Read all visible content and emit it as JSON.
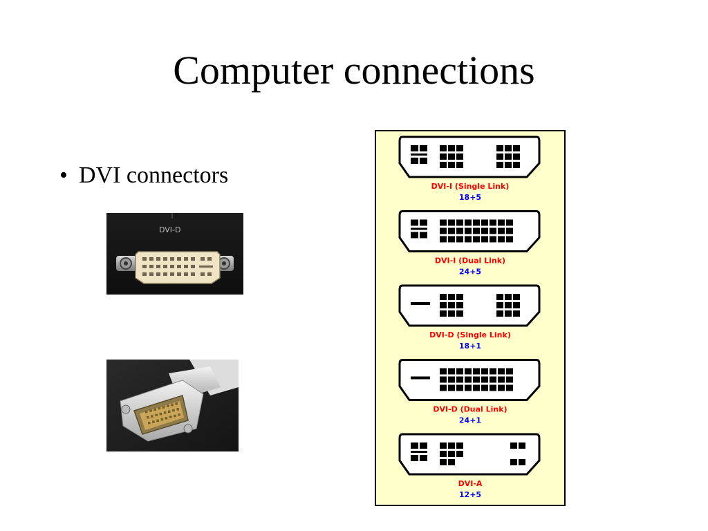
{
  "slide": {
    "title": "Computer connections",
    "bullet": {
      "marker": "•",
      "text": "DVI connectors"
    }
  },
  "photos": {
    "socket": {
      "label": "DVI-D",
      "icon": "dvi-d-socket-photo"
    },
    "plug": {
      "icon": "dvi-cable-plug-photo"
    }
  },
  "diagram": {
    "colors": {
      "background": "#ffffcc",
      "name": "#ff0000",
      "pins": "#0000ff"
    },
    "connectors": [
      {
        "name": "DVI-I (Single Link)",
        "pins": "18+5"
      },
      {
        "name": "DVI-I (Dual Link)",
        "pins": "24+5"
      },
      {
        "name": "DVI-D (Single Link)",
        "pins": "18+1"
      },
      {
        "name": "DVI-D (Dual Link)",
        "pins": "24+1"
      },
      {
        "name": "DVI-A",
        "pins": "12+5"
      }
    ]
  }
}
